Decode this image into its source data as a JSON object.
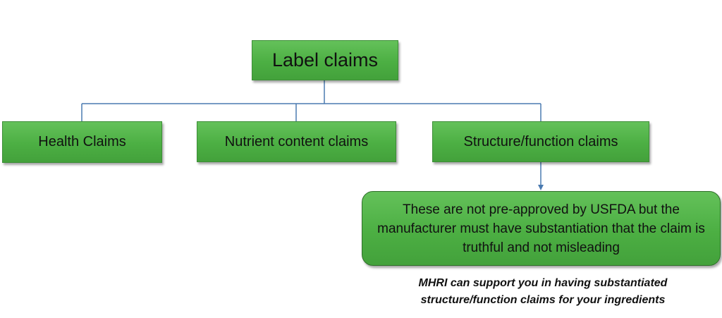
{
  "diagram": {
    "root": "Label claims",
    "children": [
      "Health Claims",
      "Nutrient content claims",
      "Structure/function claims"
    ],
    "note": "These are not pre-approved by USFDA but the manufacturer must have substantiation that the claim is truthful and not misleading",
    "caption_line1": "MHRI can support you in having substantiated",
    "caption_line2": "structure/function claims for your ingredients"
  },
  "colors": {
    "box_fill": "#4caf43",
    "connector": "#4a7ab0"
  }
}
